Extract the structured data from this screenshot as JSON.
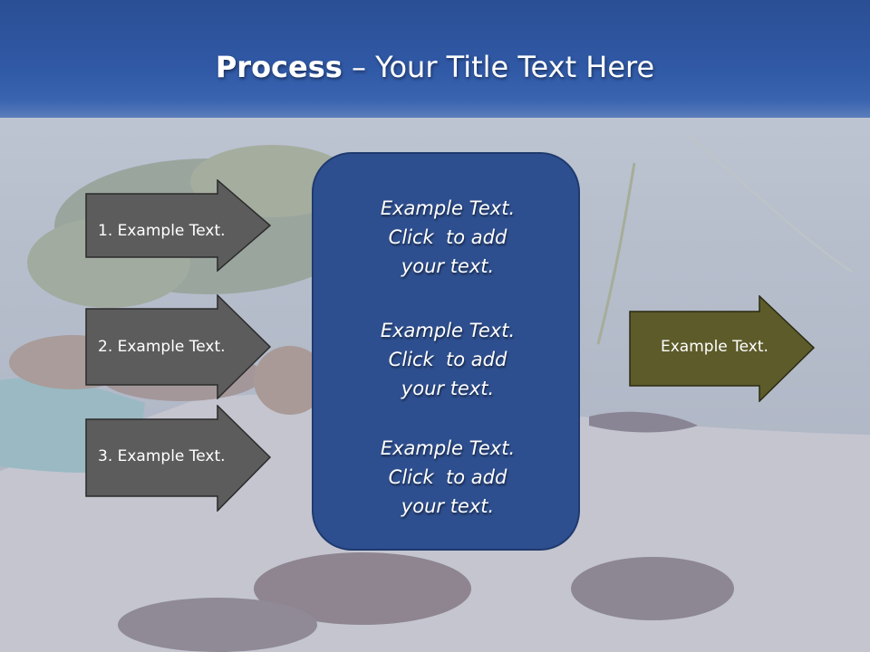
{
  "title": {
    "bold": "Process",
    "rest": " – Your Title Text Here"
  },
  "left_arrows": [
    {
      "label": "1. Example Text."
    },
    {
      "label": "2. Example Text."
    },
    {
      "label": "3. Example Text."
    }
  ],
  "center_blocks": [
    {
      "lines": [
        "Example Text.",
        "Click  to add",
        "your text."
      ]
    },
    {
      "lines": [
        "Example Text.",
        "Click  to add",
        "your text."
      ]
    },
    {
      "lines": [
        "Example Text.",
        "Click  to add",
        "your text."
      ]
    }
  ],
  "output_arrow": {
    "label": "Example Text."
  },
  "colors": {
    "title_band": "#2f57a2",
    "left_arrow_fill": "#5c5c5c",
    "center_box_fill": "#2e4f8f",
    "output_arrow_fill": "#5d5b2a"
  }
}
